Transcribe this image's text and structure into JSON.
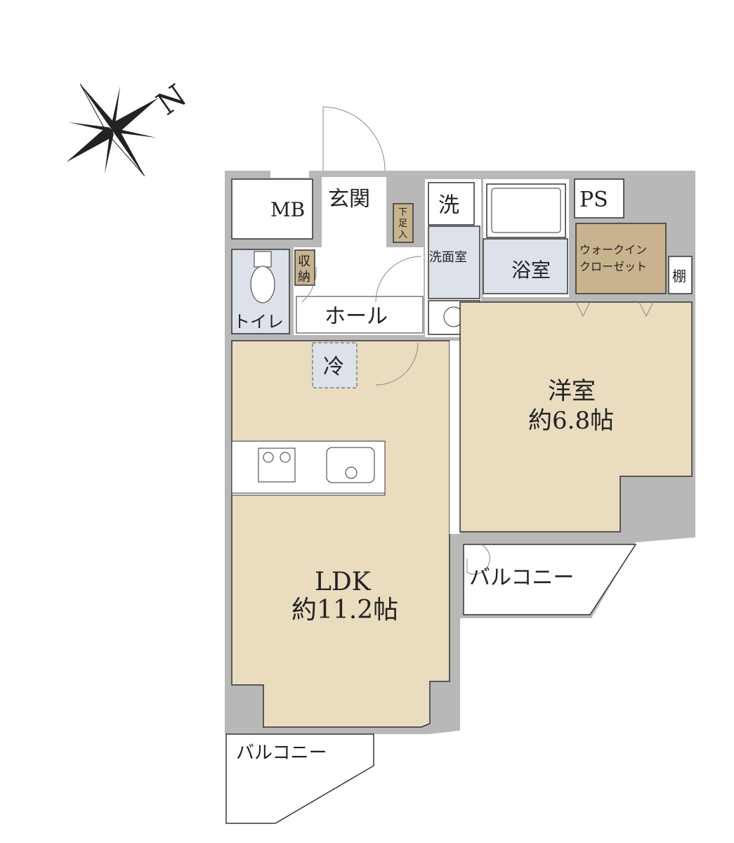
{
  "colors": {
    "wall": "#b8b8b8",
    "living": "#e9dcbf",
    "wet": "#dde1ea",
    "storage": "#c8b38e",
    "white": "#ffffff"
  },
  "compass": {
    "north_label": "N"
  },
  "rooms": {
    "mb": "MB",
    "genkan": "玄関",
    "geta_line1": "下",
    "geta_line2": "足",
    "geta_line3": "入",
    "sen": "洗",
    "senmenjo": "洗面室",
    "yokushitsu": "浴室",
    "ps": "PS",
    "wic_line1": "ウォークイン",
    "wic_line2": "クローゼット",
    "tana": "棚",
    "toilet": "トイレ",
    "shuno_line1": "収",
    "shuno_line2": "納",
    "hall": "ホール",
    "fridge": "冷",
    "western_name": "洋室",
    "western_size": "約6.8帖",
    "ldk_name": "LDK",
    "ldk_size": "約11.2帖",
    "balcony_right": "バルコニー",
    "balcony_left": "バルコニー"
  }
}
